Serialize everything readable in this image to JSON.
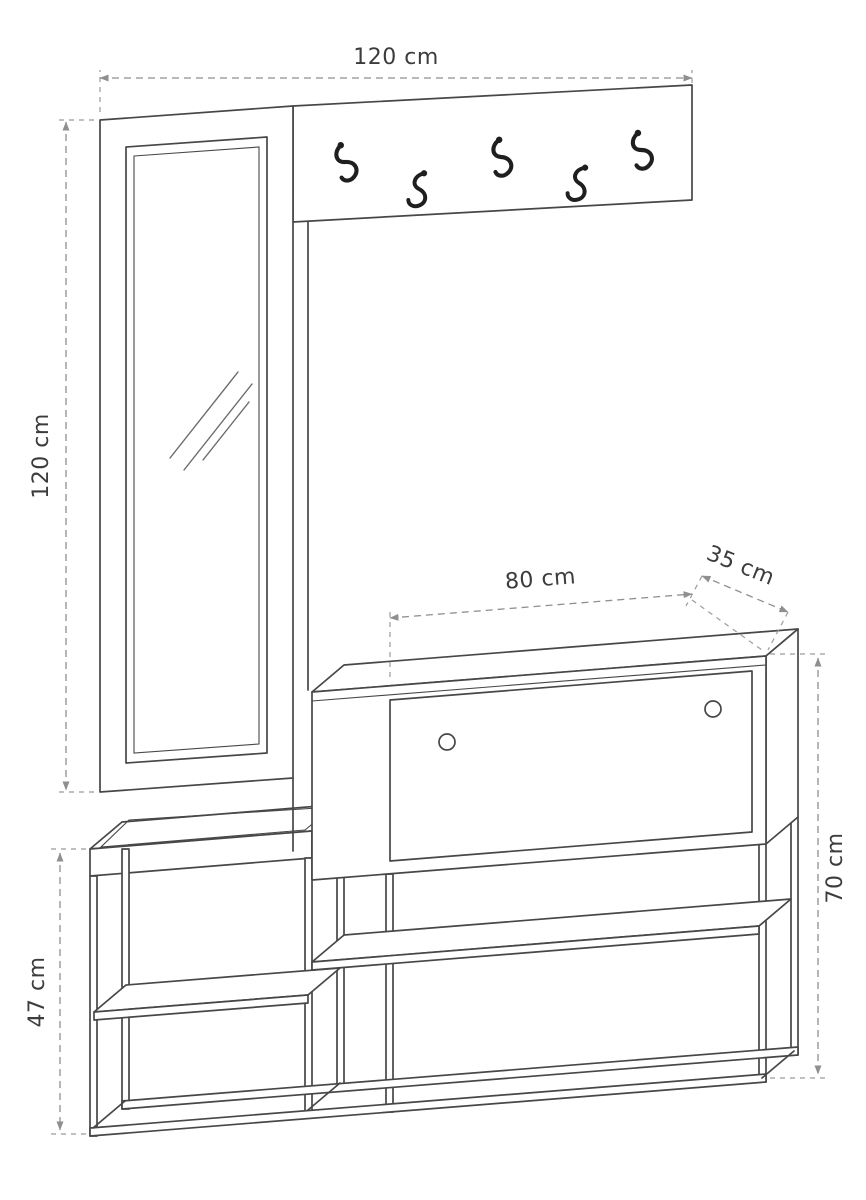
{
  "diagram": {
    "dimensions": {
      "top_width": "120 cm",
      "left_height": "120 cm",
      "cabinet_width": "80 cm",
      "cabinet_depth": "35 cm",
      "right_height": "70 cm",
      "bench_height": "47 cm"
    },
    "hooks_count": 5,
    "colors": {
      "outline": "#474747",
      "dimension": "#8f8f8f",
      "label": "#3c3c3c",
      "hook": "#1f1f1f",
      "background": "#ffffff"
    }
  }
}
